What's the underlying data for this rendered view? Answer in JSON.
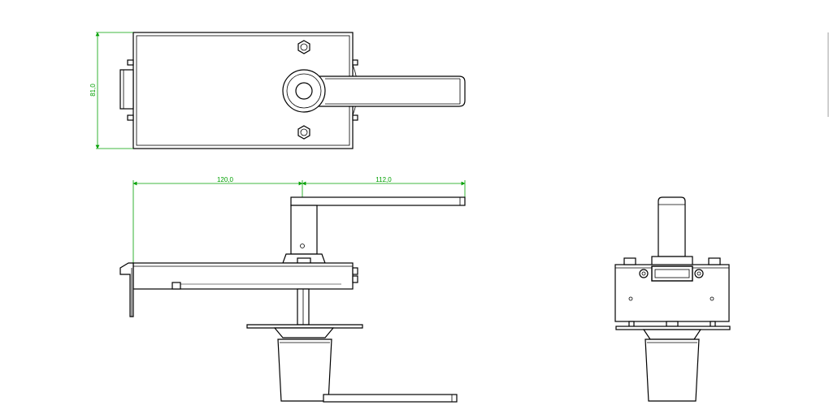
{
  "dimensions": {
    "height_top_view": "81,0",
    "length_left": "120,0",
    "length_right": "112,0"
  },
  "colors": {
    "dimension": "#00a000",
    "outline": "#000000",
    "background": "#ffffff"
  }
}
